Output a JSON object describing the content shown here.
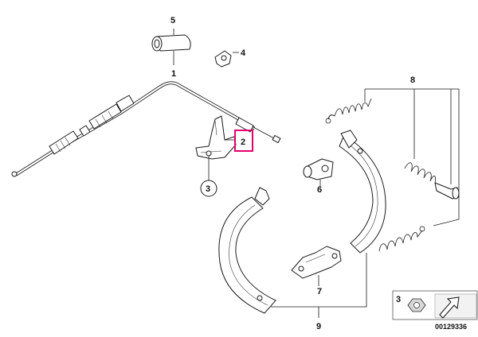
{
  "diagram": {
    "watermark": "",
    "parts": [
      {
        "id": "part-1",
        "number": "1"
      },
      {
        "id": "part-2",
        "number": "2",
        "highlighted": true,
        "highlight_color": "#e6006e"
      },
      {
        "id": "part-3",
        "number": "3"
      },
      {
        "id": "part-4",
        "number": "4"
      },
      {
        "id": "part-5",
        "number": "5"
      },
      {
        "id": "part-6",
        "number": "6"
      },
      {
        "id": "part-7",
        "number": "7"
      },
      {
        "id": "part-8",
        "number": "8"
      },
      {
        "id": "part-9",
        "number": "9"
      }
    ],
    "legend": {
      "number": "3",
      "item": "nut-icon"
    },
    "drawing_number": "00129336"
  }
}
